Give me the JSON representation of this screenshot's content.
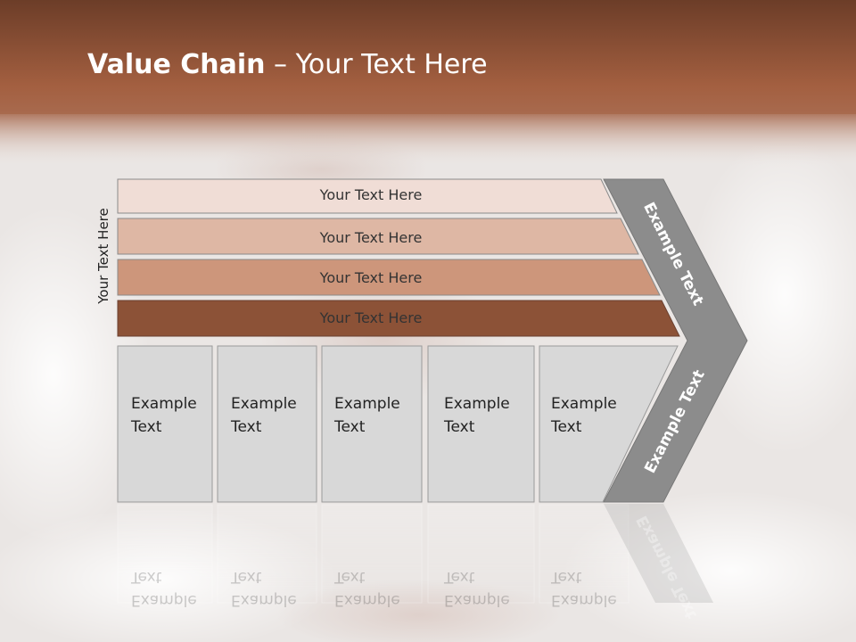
{
  "title": {
    "bold": "Value Chain",
    "rest": " – Your Text Here"
  },
  "side_label": "Your Text Here",
  "bands": [
    {
      "label": "Your Text Here",
      "color": "#f0ddd6"
    },
    {
      "label": "Your Text Here",
      "color": "#deb7a4"
    },
    {
      "label": "Your Text Here",
      "color": "#cd967b"
    },
    {
      "label": "Your Text Here",
      "color": "#8c5237"
    }
  ],
  "cells": [
    {
      "line1": "Example",
      "line2": "Text"
    },
    {
      "line1": "Example",
      "line2": "Text"
    },
    {
      "line1": "Example",
      "line2": "Text"
    },
    {
      "line1": "Example",
      "line2": "Text"
    },
    {
      "line1": "Example",
      "line2": "Text"
    }
  ],
  "chevron": {
    "upper": "Example Text",
    "lower": "Example Text",
    "color": "#8c8c8c"
  },
  "colors": {
    "header_top": "#6e3f29",
    "header_bottom": "#a25f40",
    "cell": "#d8d8d8"
  }
}
